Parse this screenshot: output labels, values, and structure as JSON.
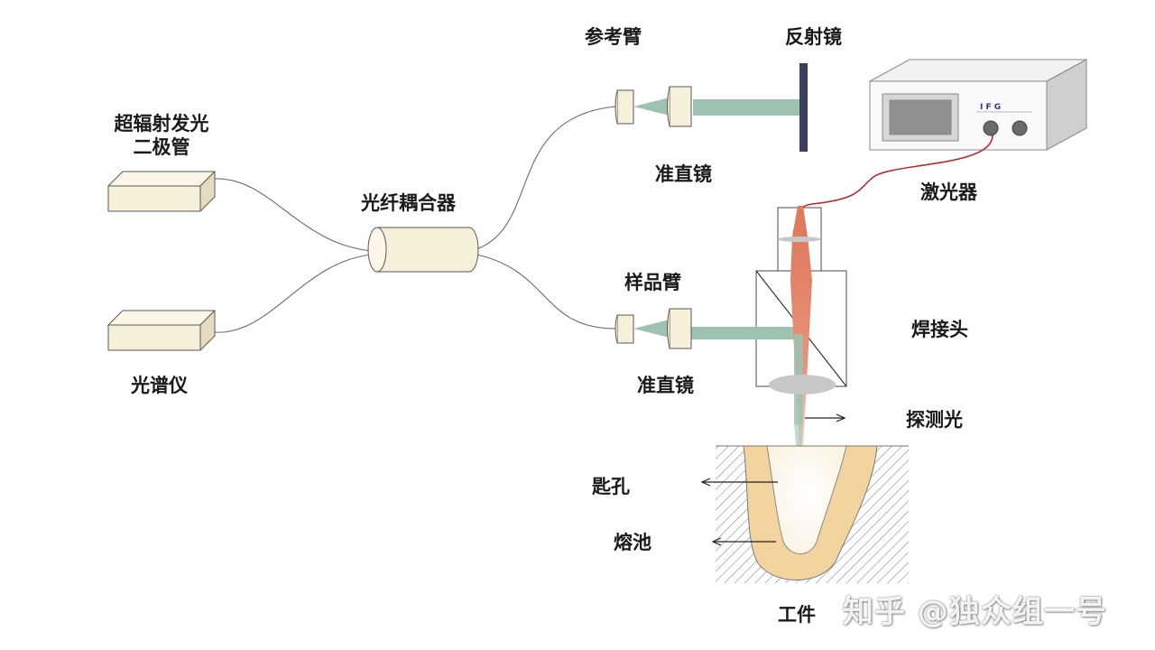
{
  "labels": {
    "sld_line1": "超辐射发光",
    "sld_line2": "二极管",
    "spectrometer": "光谱仪",
    "coupler": "光纤耦合器",
    "reference_arm": "参考臂",
    "mirror": "反射镜",
    "collimator_top": "准直镜",
    "laser": "激光器",
    "sample_arm": "样品臂",
    "collimator_bottom": "准直镜",
    "welding_head": "焊接头",
    "probe_light": "探测光",
    "keyhole": "匙孔",
    "molten_pool": "熔池",
    "workpiece": "工件"
  },
  "laser_device": {
    "brand_text": "I F G"
  },
  "watermark": "知乎 @独众组一号",
  "colors": {
    "box_fill": "#f6efd9",
    "oct_beam": "#9dc2b0",
    "laser_beam": "#e0876c",
    "mirror": "#3a3f5c",
    "molten_pool": "#f3d49f",
    "keyhole_core": "#fdf8ee",
    "lens_gray": "#c8c8c8",
    "laser_cable": "#c0282a"
  }
}
